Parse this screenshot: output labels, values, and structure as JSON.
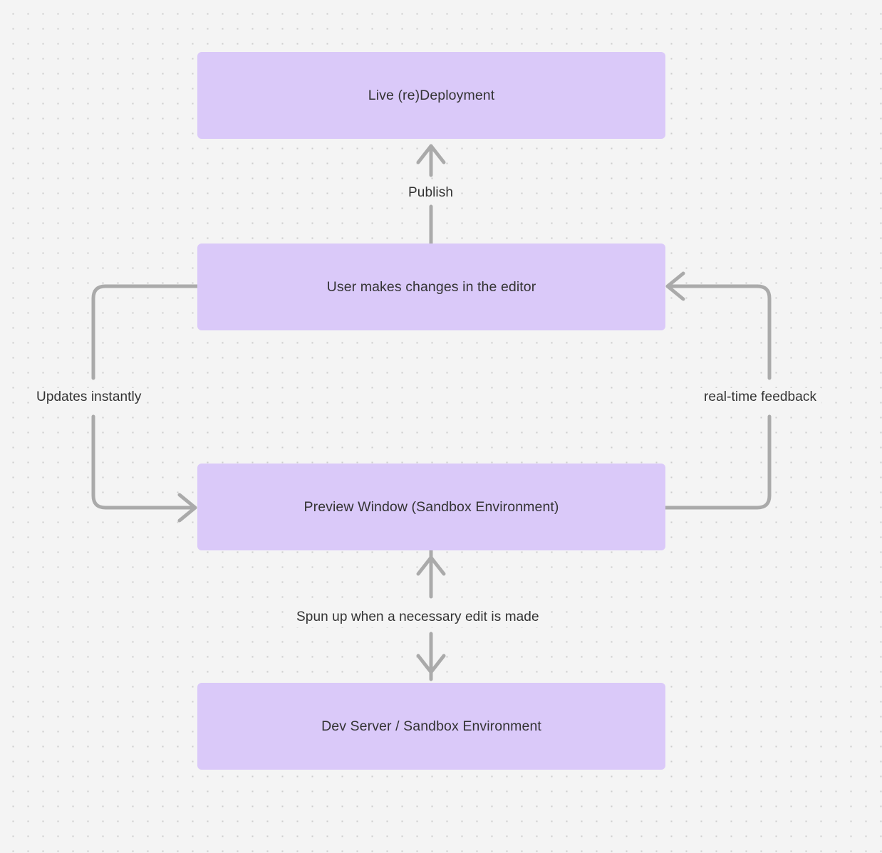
{
  "diagram": {
    "type": "flowchart",
    "background_color": "#f4f4f4",
    "node_fill_color": "#dac9f9",
    "edge_color": "#aaaaaa",
    "text_color": "#333333",
    "nodes": [
      {
        "id": "live",
        "label": "Live (re)Deployment"
      },
      {
        "id": "editor",
        "label": "User makes changes in the editor"
      },
      {
        "id": "preview",
        "label": "Preview Window (Sandbox Environment)"
      },
      {
        "id": "devserver",
        "label": "Dev Server / Sandbox Environment"
      }
    ],
    "edges": [
      {
        "id": "publish",
        "from": "editor",
        "to": "live",
        "label": "Publish",
        "direction": "up"
      },
      {
        "id": "updates",
        "from": "editor",
        "to": "preview",
        "label": "Updates instantly",
        "direction": "left-loop"
      },
      {
        "id": "realtime",
        "from": "preview",
        "to": "editor",
        "label": "real-time feedback",
        "direction": "right-loop"
      },
      {
        "id": "spun",
        "from": "preview",
        "to": "devserver",
        "label": "Spun up when a necessary edit is made",
        "direction": "bidirectional"
      }
    ]
  }
}
